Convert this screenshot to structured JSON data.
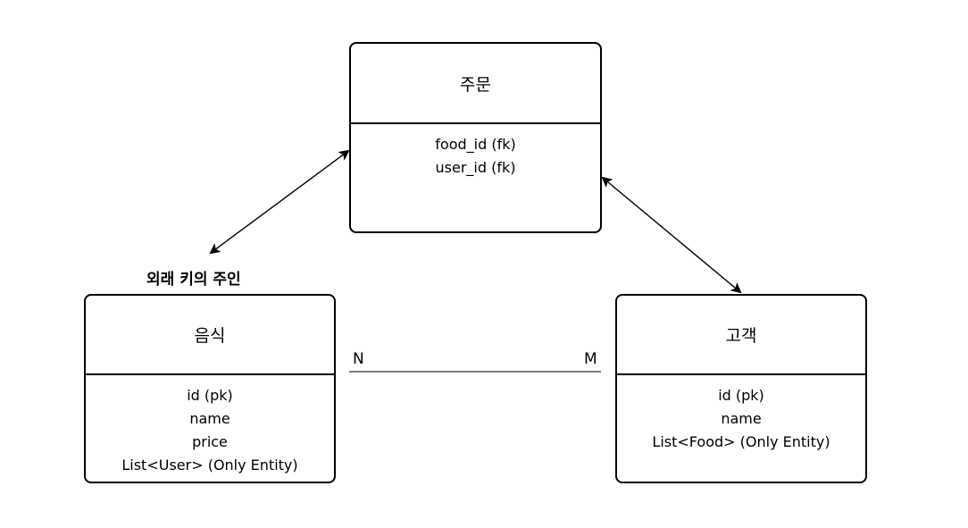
{
  "entities": {
    "order": {
      "title": "주문",
      "fields": [
        "food_id (fk)",
        "user_id (fk)"
      ]
    },
    "food": {
      "title": "음식",
      "fields": [
        "id (pk)",
        "name",
        "price",
        "List<User> (Only Entity)"
      ]
    },
    "customer": {
      "title": "고객",
      "fields": [
        "id (pk)",
        "name",
        "List<Food> (Only Entity)"
      ]
    }
  },
  "labels": {
    "foreign_key_owner": "외래 키의 주인",
    "cardinality_left": "N",
    "cardinality_right": "M"
  },
  "colors": {
    "stroke": "#000000",
    "background": "#ffffff",
    "relation_line": "#555555"
  }
}
